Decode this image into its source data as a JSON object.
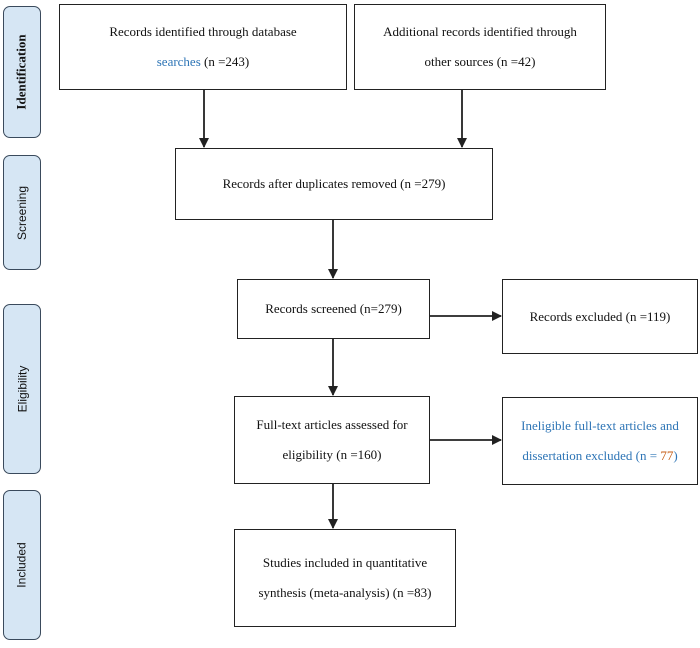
{
  "phases": {
    "identification": "Identification",
    "screening": "Screening",
    "eligibility": "Eligibility",
    "included": "Included"
  },
  "boxes": {
    "database": {
      "line1": "Records identified through database",
      "line2_highlight": "searches",
      "line2_rest": " (n =243)"
    },
    "additional": {
      "line1": "Additional records identified through",
      "line2": "other sources (n =42)"
    },
    "duplicates": {
      "line1": "Records after duplicates removed (n =279)"
    },
    "screened": {
      "line1": "Records screened (n=279)"
    },
    "excluded": {
      "line1": "Records excluded (n =119)"
    },
    "fulltext": {
      "line1": "Full-text articles assessed for",
      "line2": "eligibility (n =160)"
    },
    "ineligible": {
      "line1": "Ineligible full-text articles and",
      "line2_part1": "dissertation excluded (n = ",
      "line2_number": "77",
      "line2_part2": ")"
    },
    "included": {
      "line1": "Studies included in quantitative",
      "line2": "synthesis (meta-analysis) (n =83)"
    }
  },
  "colors": {
    "phase_fill": "#d6e6f4",
    "highlight_blue": "#2e75b6",
    "highlight_orange": "#c55a11"
  }
}
